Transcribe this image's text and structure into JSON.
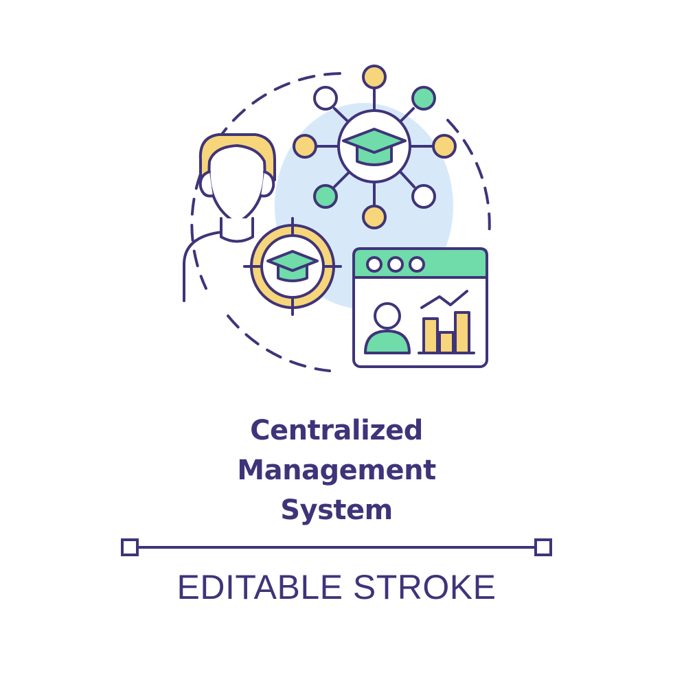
{
  "title": {
    "lines": [
      "Centralized",
      "Management",
      "System"
    ]
  },
  "footer": {
    "label": "EDITABLE STROKE"
  },
  "icons": {
    "person": "person-icon",
    "target": "target-crosshair-icon",
    "graduation_cap": "graduation-cap-icon",
    "network": "network-hub-icon",
    "dashboard": "dashboard-window-icon",
    "chart": "bar-chart-icon"
  },
  "colors": {
    "outline": "#3f3479",
    "yellow": "#f7d57a",
    "green": "#6fdcaa",
    "light_blue": "#d7e9f9",
    "background": "#ffffff"
  }
}
